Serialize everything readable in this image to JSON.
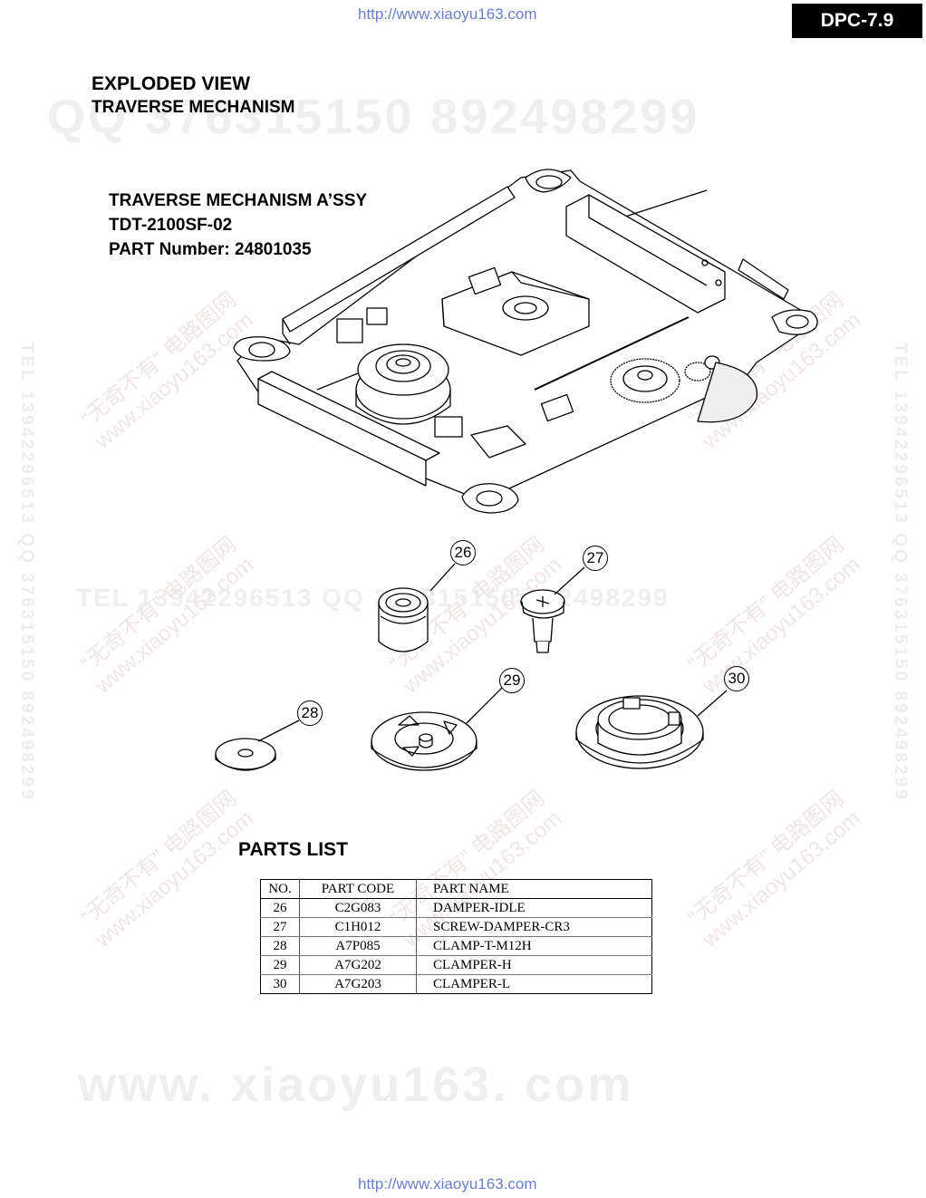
{
  "header": {
    "url_top": "http://www.xiaoyu163.com",
    "model_badge": "DPC-7.9"
  },
  "section": {
    "title": "EXPLODED VIEW",
    "subtitle": "TRAVERSE MECHANISM"
  },
  "assembly": {
    "line1": "TRAVERSE MECHANISM A’SSY",
    "line2": "TDT-2100SF-02",
    "line3": "PART Number: 24801035"
  },
  "callouts": [
    "26",
    "27",
    "28",
    "29",
    "30"
  ],
  "parts_list": {
    "title": "PARTS LIST",
    "columns": [
      "NO.",
      "PART CODE",
      "PART NAME"
    ],
    "rows": [
      [
        "26",
        "C2G083",
        "DAMPER-IDLE"
      ],
      [
        "27",
        "C1H012",
        "SCREW-DAMPER-CR3"
      ],
      [
        "28",
        "A7P085",
        "CLAMP-T-M12H"
      ],
      [
        "29",
        "A7G202",
        "CLAMPER-H"
      ],
      [
        "30",
        "A7G203",
        "CLAMPER-L"
      ]
    ]
  },
  "watermarks": {
    "qq_top": "QQ 376315150   892498299",
    "tel_mid": "TEL 13942296513   QQ 376315150  892498299",
    "www_bottom": "www. xiaoyu163. com",
    "side": "TEL 13942296513  QQ 376315150  892498299",
    "diag_cn": "“无奇不有” 电路图网",
    "diag_www": "www.xiaoyu163.com"
  },
  "footer": {
    "url_bottom": "http://www.xiaoyu163.com"
  }
}
